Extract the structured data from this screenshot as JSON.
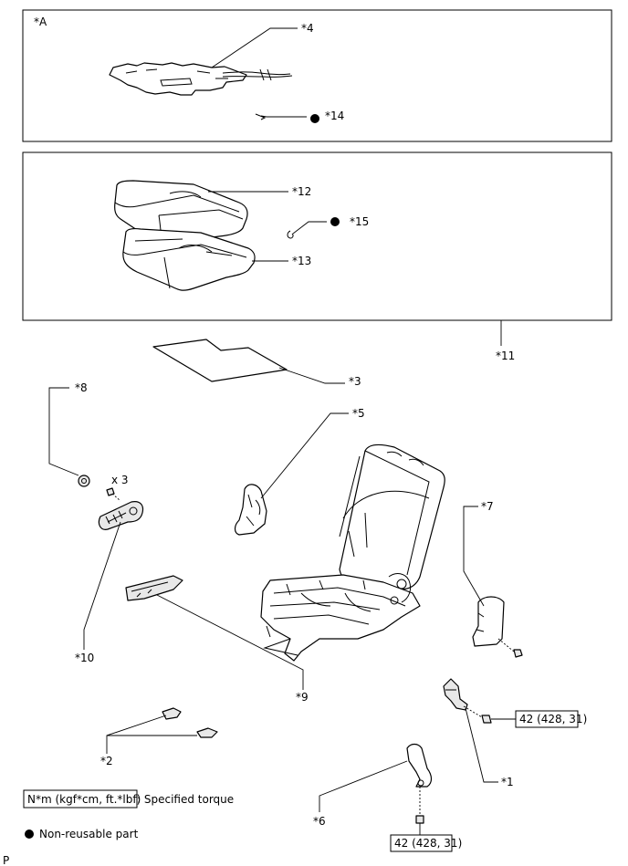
{
  "panel_a": {
    "label": "*A"
  },
  "callouts": {
    "c1": "*1",
    "c2": "*2",
    "c3": "*3",
    "c4": "*4",
    "c5": "*5",
    "c6": "*6",
    "c7": "*7",
    "c8": "*8",
    "c9": "*9",
    "c10": "*10",
    "c11": "*11",
    "c12": "*12",
    "c13": "*13",
    "c14": "*14",
    "c15": "*15"
  },
  "quantity": "x 3",
  "torque": {
    "t1": "42 (428, 31)",
    "t2": "42 (428, 31)"
  },
  "legend": {
    "torque_box": "N*m (kgf*cm, ft.*lbf)",
    "torque_text": ": Specified torque",
    "nonreusable": "Non-reusable part"
  },
  "corner_mark": "P"
}
